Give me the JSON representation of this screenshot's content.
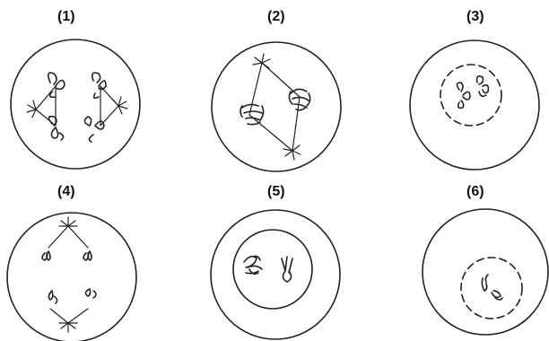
{
  "labels": [
    "(1)",
    "(2)",
    "(3)",
    "(4)",
    "(5)",
    "(6)"
  ],
  "colors": {
    "ink": "#222222",
    "label": "#111111",
    "background": "#ffffff"
  }
}
